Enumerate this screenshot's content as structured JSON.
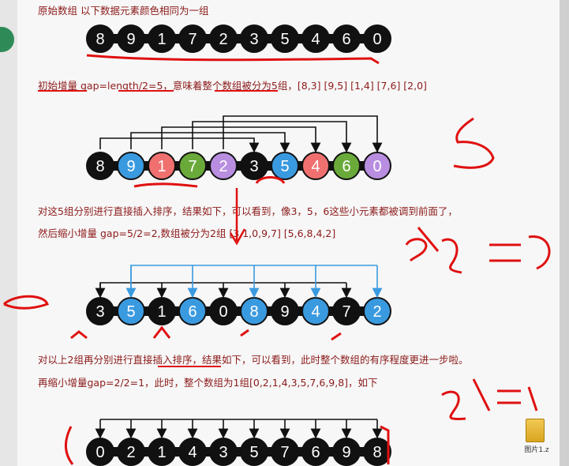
{
  "header": {
    "line": "原始数组   以下数据元素颜色相同为一组"
  },
  "text_line_2": "初始增量 gap=length/2=5，意味着整个数组被分为5组，[8,3] [9,5] [1,4] [7,6] [2,0]",
  "text_line_3": "对这5组分别进行直接插入排序，结果如下，可以看到，像3，5，6这些小元素都被调到前面了，",
  "text_line_4": "然后缩小增量 gap=5/2=2,数组被分为2组 [3,1,0,9,7] [5,6,8,4,2]",
  "text_line_5": "对以上2组再分别进行直接插入排序，结果如下，可以看到，此时整个数组的有序程度更进一步啦。",
  "text_line_6": "再缩小增量gap=2/2=1，此时，整个数组为1组[0,2,1,4,3,5,7,6,9,8]，如下",
  "arrays": {
    "original": [
      "8",
      "9",
      "1",
      "7",
      "2",
      "3",
      "5",
      "4",
      "6",
      "0"
    ],
    "gap5": [
      "8",
      "9",
      "1",
      "7",
      "2",
      "3",
      "5",
      "4",
      "6",
      "0"
    ],
    "gap2": [
      "3",
      "5",
      "1",
      "6",
      "0",
      "8",
      "9",
      "4",
      "7",
      "2"
    ],
    "gap1": [
      "0",
      "2",
      "1",
      "4",
      "3",
      "5",
      "7",
      "6",
      "9",
      "8"
    ]
  },
  "colors": {
    "dark": "#111111",
    "blue": "#3a9ae0",
    "pink": "#f07070",
    "green": "#6aaa3a",
    "purple": "#b98ee0",
    "arrow_blue": "#3a9ae0",
    "annotation_red": "#e01010",
    "text_red": "#8c1a1a"
  },
  "gap5_colors": [
    "dark",
    "blue",
    "pink",
    "green",
    "purple",
    "dark",
    "blue",
    "pink",
    "green",
    "purple"
  ],
  "gap2_colors": [
    "dark",
    "blue",
    "dark",
    "blue",
    "dark",
    "blue",
    "dark",
    "blue",
    "dark",
    "blue"
  ],
  "file_icon": {
    "label": "图片1.z"
  }
}
